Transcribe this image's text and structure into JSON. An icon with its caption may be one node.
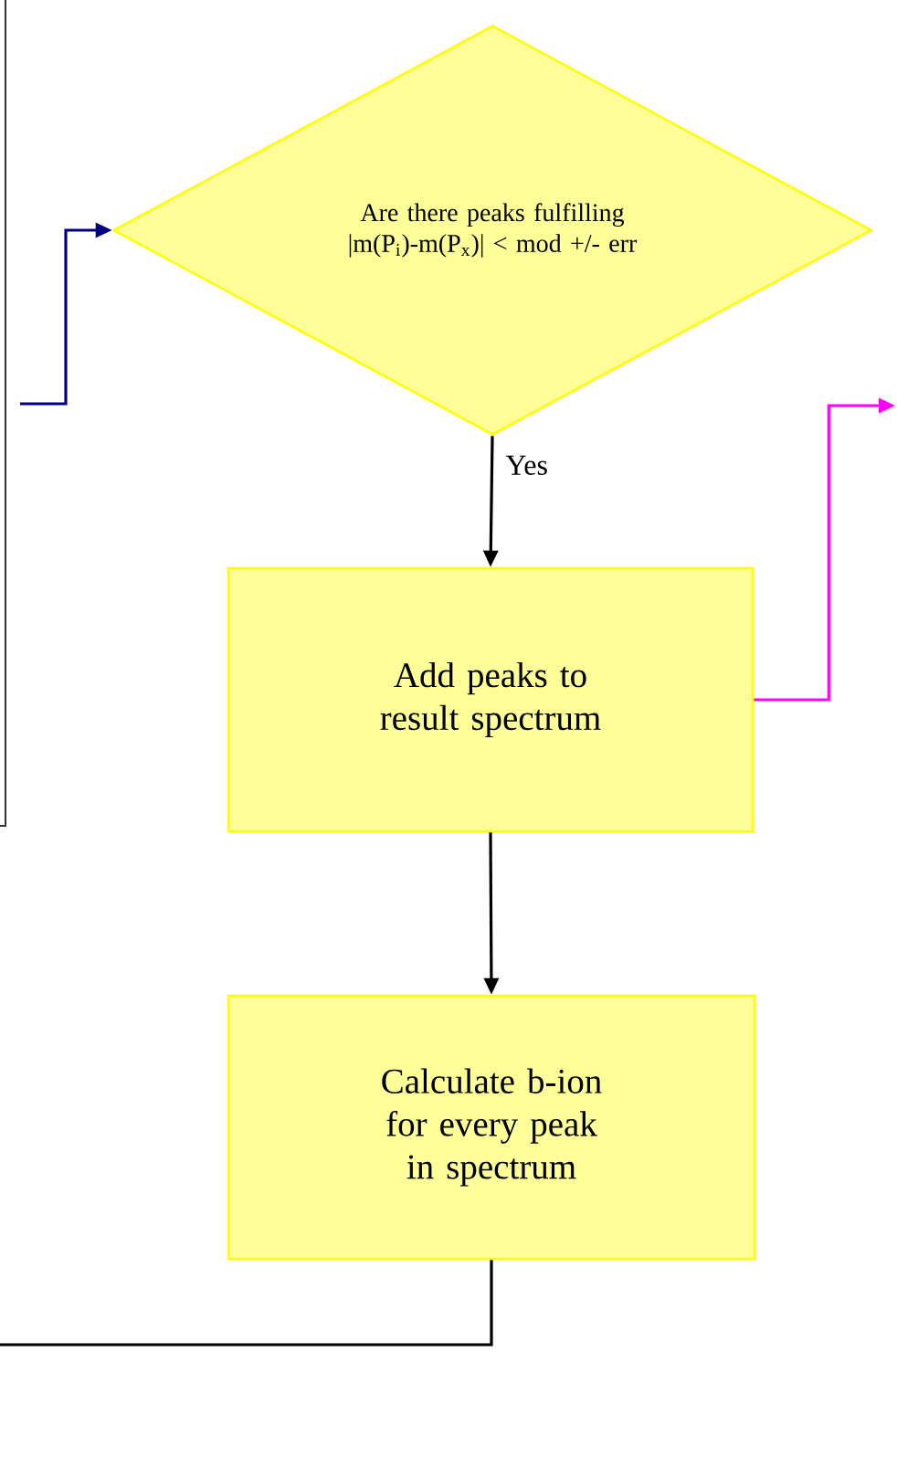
{
  "diagram": {
    "nodes": [
      {
        "text": [
          "Are there peaks fulfilling |m(P$_{i}$)-m(P$_{x}$)| < mod +/- err"
        ]
      },
      {
        "text": [
          "Add peaks to result spectrum"
        ]
      },
      {
        "text": [
          "Calculate b-ion for every peak in spectrum"
        ]
      }
    ],
    "edges": [
      {
        "from": 0,
        "to": 1,
        "arrow": "to",
        "label": "Yes"
      },
      {
        "from": 1,
        "to": 2,
        "arrow": "to"
      },
      {
        "from": 2,
        "to": null,
        "arrow": "none"
      },
      {
        "from": null,
        "to": 0,
        "arrow": "to",
        "color": "#000080"
      },
      {
        "from": 1,
        "to": null,
        "arrow": "to",
        "color": "#ff00ff"
      }
    ]
  }
}
